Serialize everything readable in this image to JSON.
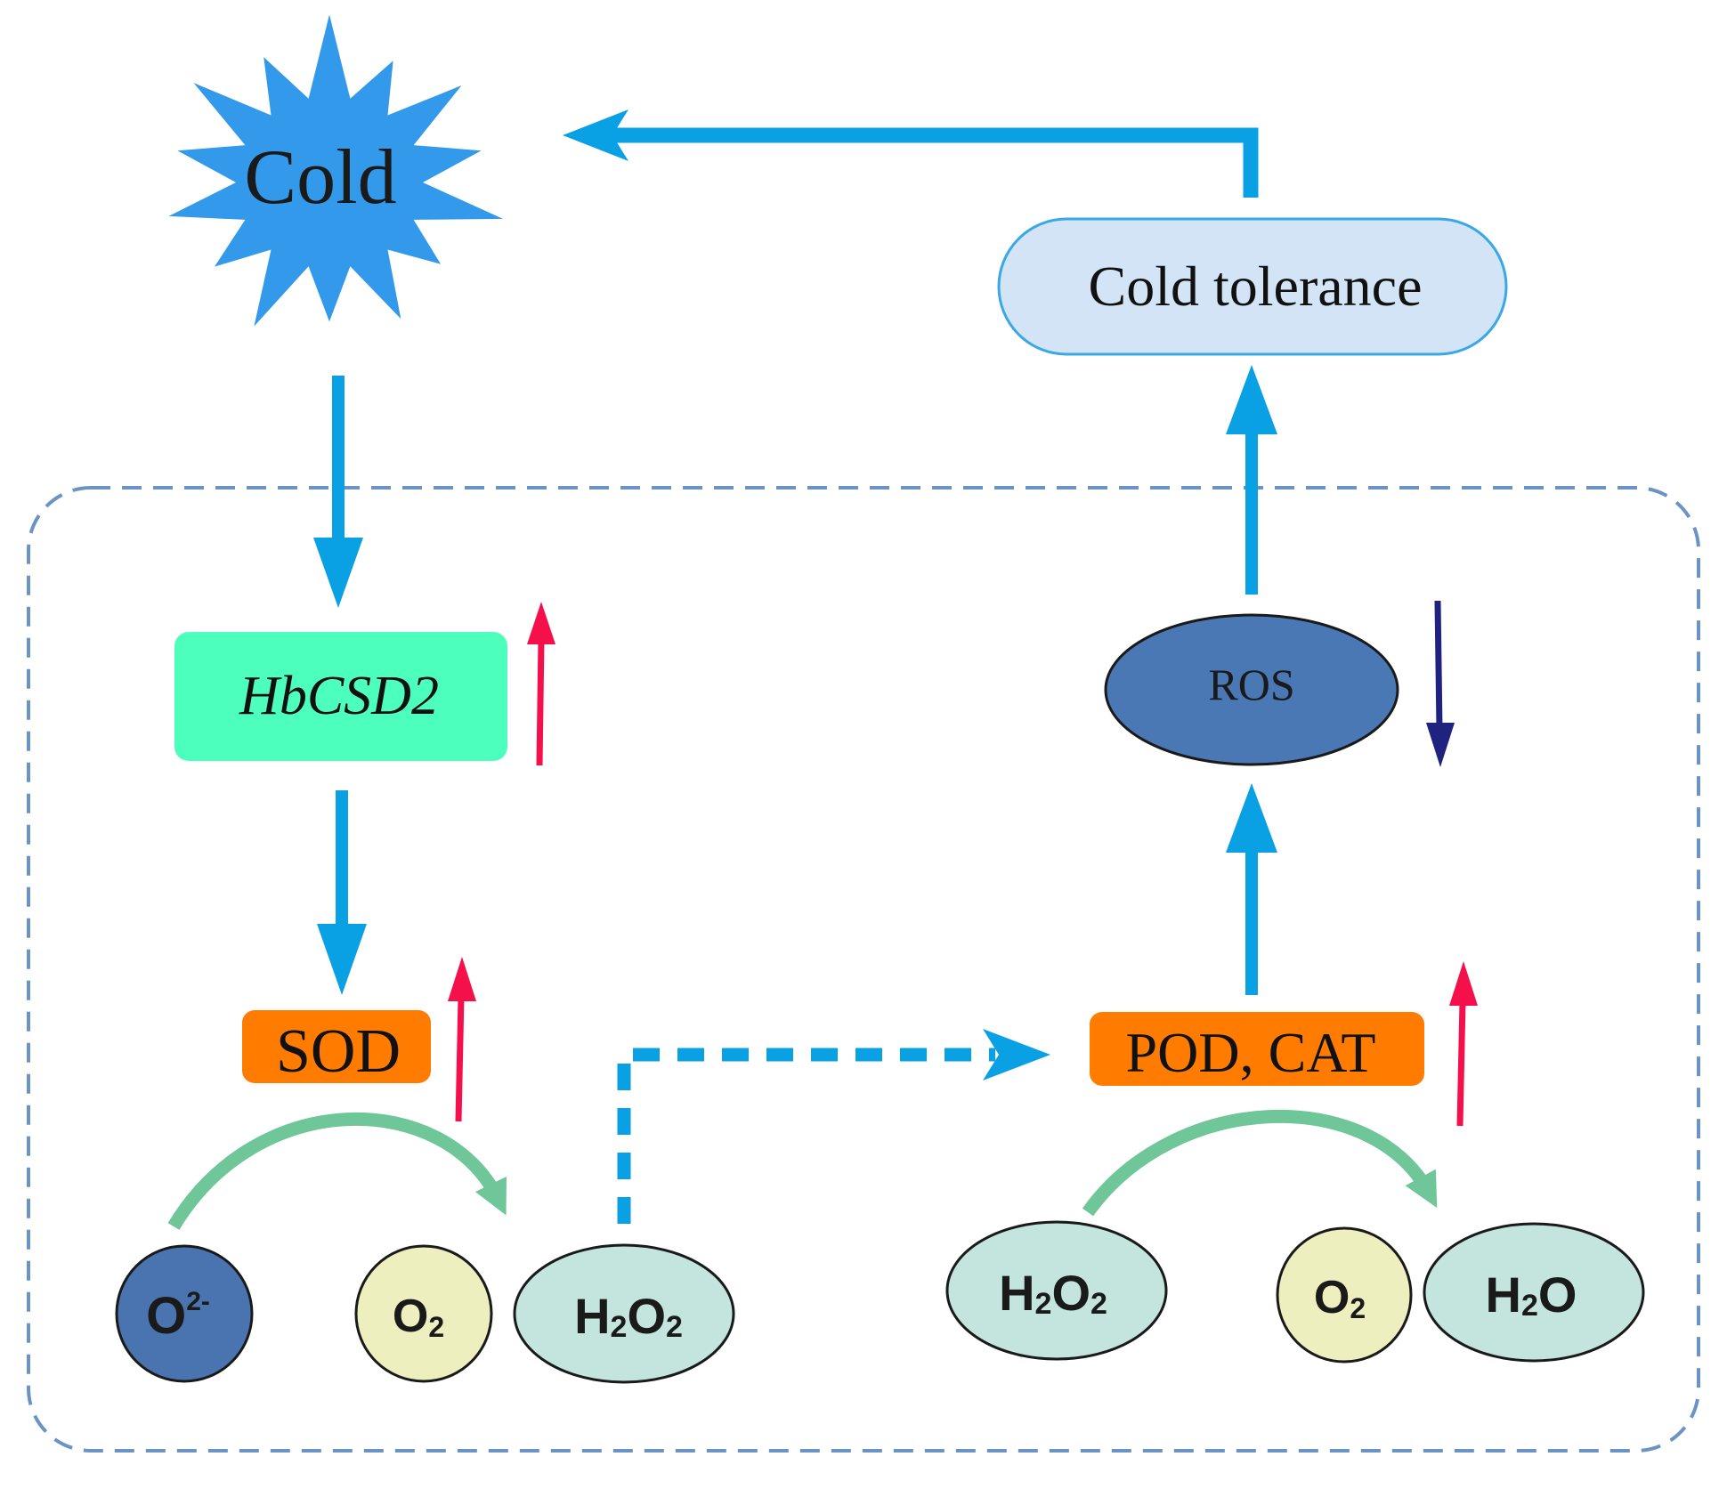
{
  "nodes": {
    "cold": "Cold",
    "cold_tolerance": "Cold tolerance",
    "gene": "HbCSD2",
    "sod": "SOD",
    "pod_cat": "POD, CAT",
    "ros": "ROS"
  },
  "left_reaction": {
    "reactant": {
      "main": "O",
      "sup": "2-"
    },
    "product_1": {
      "main": "O",
      "sub": "2"
    },
    "product_2": {
      "p1": "H",
      "s1": "2",
      "p2": "O",
      "s2": "2"
    }
  },
  "right_reaction": {
    "reactant": {
      "p1": "H",
      "s1": "2",
      "p2": "O",
      "s2": "2"
    },
    "product_1": {
      "main": "O",
      "sub": "2"
    },
    "product_2": {
      "p1": "H",
      "s1": "2",
      "p2": "O"
    }
  },
  "colors": {
    "flow_arrow": "#0aa0e4",
    "cold_burst": "#3399ea",
    "tolerance_fill": "#d2e4f5",
    "tolerance_stroke": "#3aa7e6",
    "gene_fill": "#4dffbd",
    "enzyme_fill": "#ff7c00",
    "ros_fill": "#4a78b4",
    "superoxide_fill": "#4a74b0",
    "oxygen_fill": "#eeefbf",
    "peroxide_fill": "#c4e4de",
    "reaction_arc": "#6fc698",
    "up_arrow": "#f5104c",
    "down_arrow": "#1f237f",
    "region_border": "#6b93c4"
  }
}
